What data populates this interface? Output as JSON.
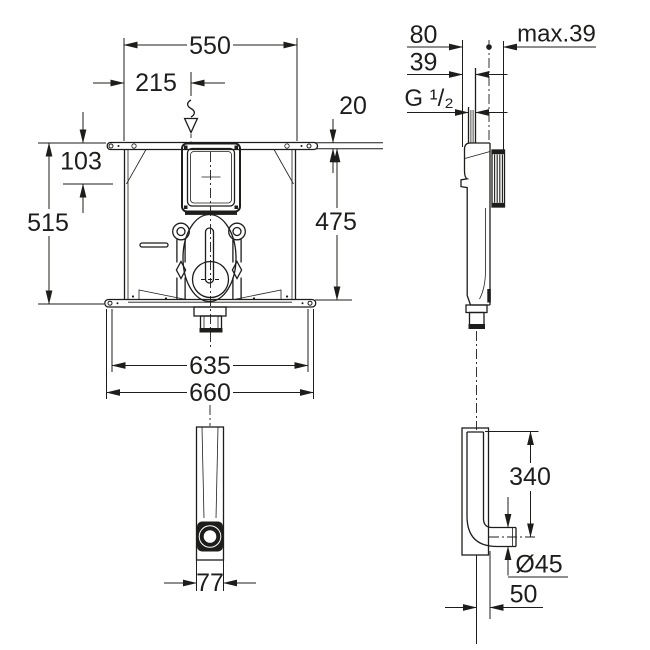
{
  "colors": {
    "line": "#1d1d1b",
    "background": "#ffffff"
  },
  "front_view": {
    "dimensions": {
      "overall_width": "550",
      "supply_offset": "215",
      "flange_depth": "20",
      "bracket_height": "103",
      "overall_height": "515",
      "body_height": "475",
      "base_width_inner": "635",
      "base_width_outer": "660"
    }
  },
  "bottom_view": {
    "dimensions": {
      "outlet_width": "77"
    }
  },
  "side_view": {
    "dimensions": {
      "depth_total": "80",
      "depth_front": "39",
      "wall_thickness_max": "max.39",
      "inlet_thread": "G ¹/₂",
      "flush_pipe_length": "340",
      "flush_pipe_diameter": "Ø45",
      "outlet_projection": "50"
    }
  }
}
